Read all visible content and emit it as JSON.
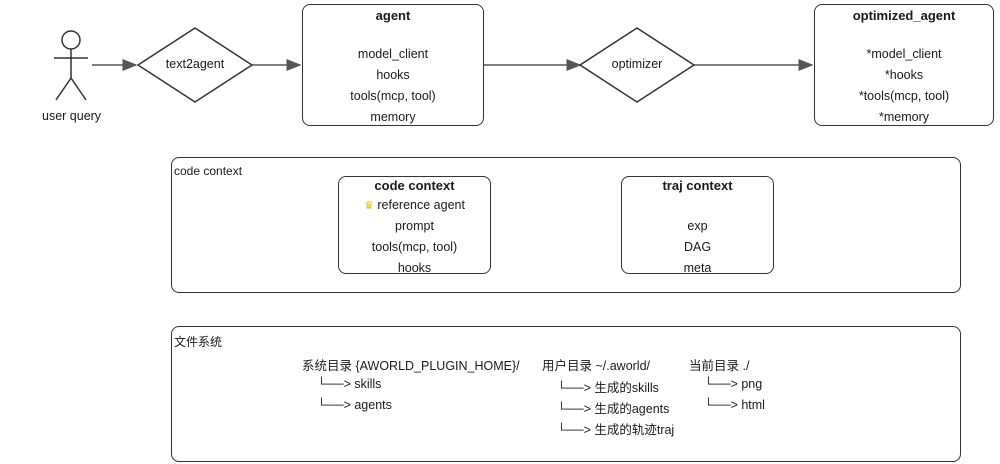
{
  "actor": {
    "label": "user query"
  },
  "text2agent": {
    "label": "text2agent"
  },
  "agent": {
    "title": "agent",
    "items": [
      "model_client",
      "hooks",
      "tools(mcp, tool)",
      "memory"
    ]
  },
  "optimizer": {
    "label": "optimizer"
  },
  "optimized_agent": {
    "title": "optimized_agent",
    "items": [
      "*model_client",
      "*hooks",
      "*tools(mcp, tool)",
      "*memory"
    ]
  },
  "code_context_group": {
    "label": "code context",
    "code_context": {
      "title": "code context",
      "items": [
        "reference agent",
        "prompt",
        "tools(mcp, tool)",
        "hooks"
      ]
    },
    "traj_context": {
      "title": "traj context",
      "items": [
        "exp",
        "DAG",
        "meta"
      ]
    }
  },
  "file_system": {
    "label": "文件系统",
    "system_dir": {
      "header": "系统目录 {AWORLD_PLUGIN_HOME}/",
      "items": [
        "└──> skills",
        "└──> agents"
      ]
    },
    "user_dir": {
      "header": "用户目录 ~/.aworld/",
      "items": [
        "└──> 生成的skills",
        "└──> 生成的agents",
        "└──> 生成的轨迹traj"
      ]
    },
    "current_dir": {
      "header": "当前目录 ./",
      "items": [
        "└──> png",
        "└──> html"
      ]
    }
  }
}
